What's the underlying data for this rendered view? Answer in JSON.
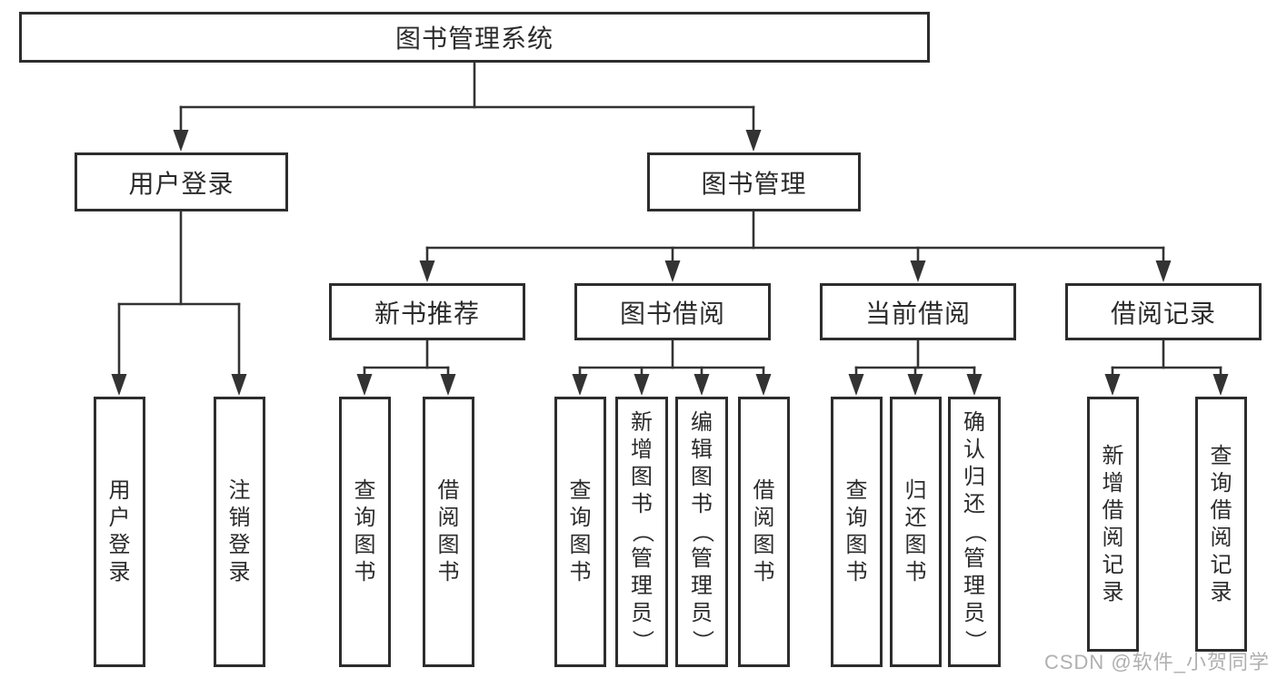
{
  "diagram": {
    "root": {
      "label": "图书管理系统"
    },
    "branches": [
      {
        "label": "用户登录",
        "children": [
          {
            "label": "用户登录"
          },
          {
            "label": "注销登录"
          }
        ]
      },
      {
        "label": "图书管理",
        "children": [
          {
            "label": "新书推荐",
            "children": [
              {
                "label": "查询图书"
              },
              {
                "label": "借阅图书"
              }
            ]
          },
          {
            "label": "图书借阅",
            "children": [
              {
                "label": "查询图书"
              },
              {
                "label": "新增图书（管理员）"
              },
              {
                "label": "编辑图书（管理员）"
              },
              {
                "label": "借阅图书"
              }
            ]
          },
          {
            "label": "当前借阅",
            "children": [
              {
                "label": "查询图书"
              },
              {
                "label": "归还图书"
              },
              {
                "label": "确认归还（管理员）"
              }
            ]
          },
          {
            "label": "借阅记录",
            "children": [
              {
                "label": "新增借阅记录"
              },
              {
                "label": "查询借阅记录"
              }
            ]
          }
        ]
      }
    ]
  },
  "watermark": {
    "text": "CSDN @软件_小贺同学"
  },
  "colors": {
    "line": "#333333",
    "box_border": "#2d2d2d",
    "text": "#2b2b2b",
    "watermark": "#b0b0b0",
    "background": "#ffffff"
  }
}
